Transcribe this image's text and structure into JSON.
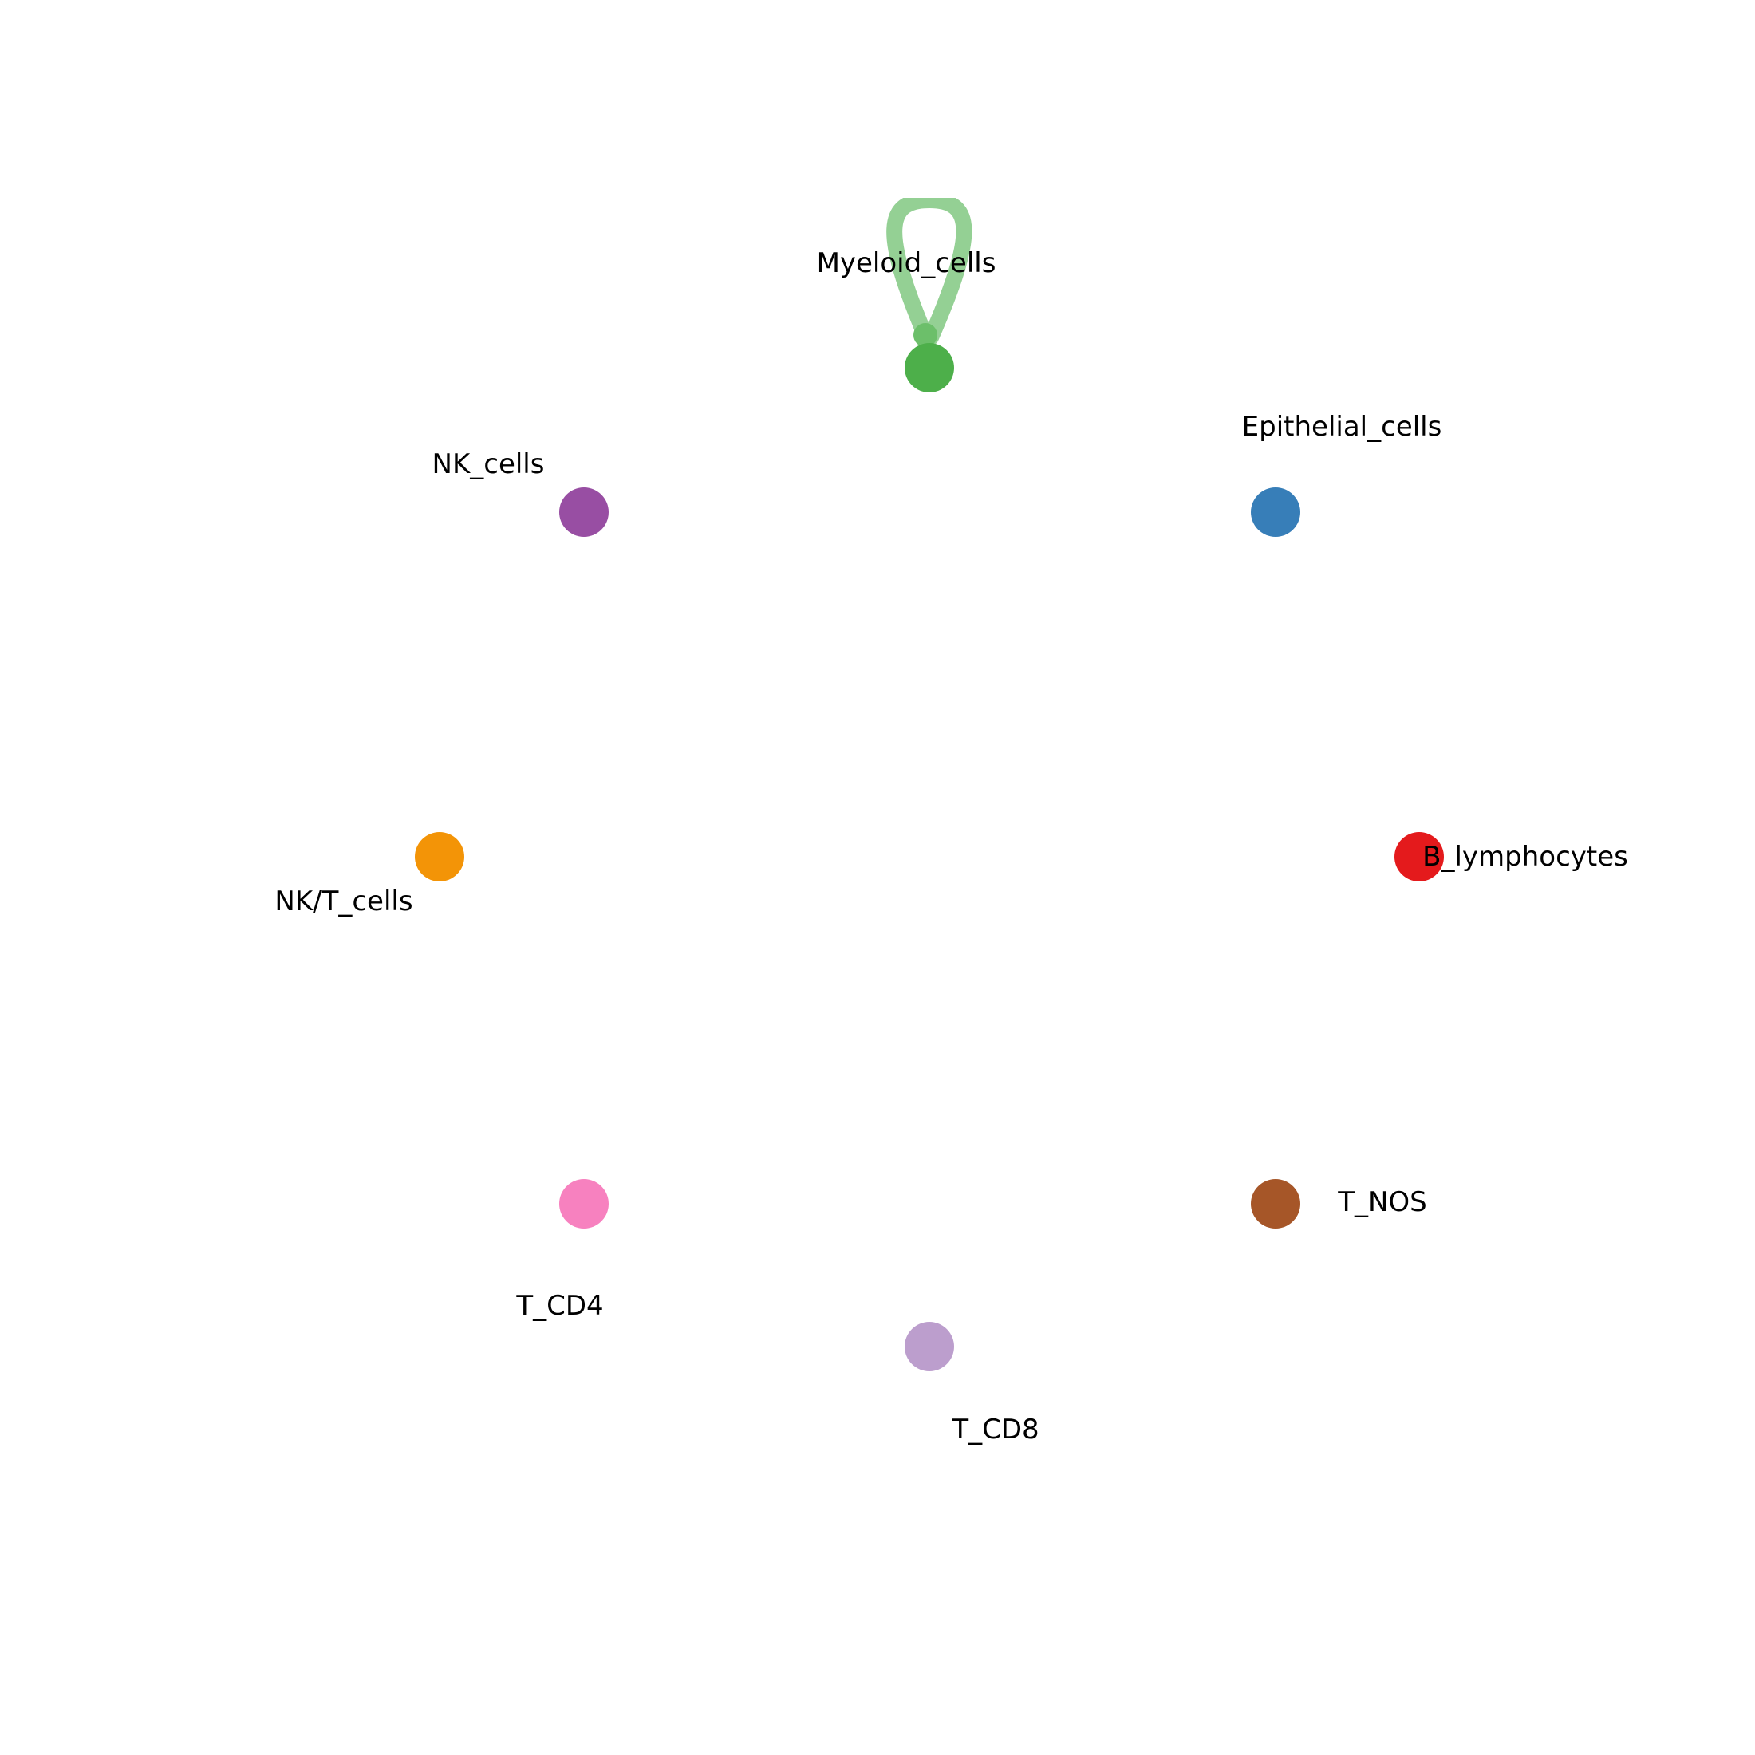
{
  "chart_data": {
    "type": "network",
    "layout": "circle",
    "nodes": [
      {
        "id": "Myeloid_cells",
        "color": "#4daf4a"
      },
      {
        "id": "Epithelial_cells",
        "color": "#377eb8"
      },
      {
        "id": "B_lymphocytes",
        "color": "#e41a1c"
      },
      {
        "id": "T_NOS",
        "color": "#a65628"
      },
      {
        "id": "T_CD8",
        "color": "#bc9ecd"
      },
      {
        "id": "T_CD4",
        "color": "#f781bf"
      },
      {
        "id": "NK/T_cells",
        "color": "#f39407"
      },
      {
        "id": "NK_cells",
        "color": "#984ea3"
      }
    ],
    "edges": [
      {
        "source": "Myeloid_cells",
        "target": "Myeloid_cells",
        "color": "#94d094"
      }
    ]
  }
}
